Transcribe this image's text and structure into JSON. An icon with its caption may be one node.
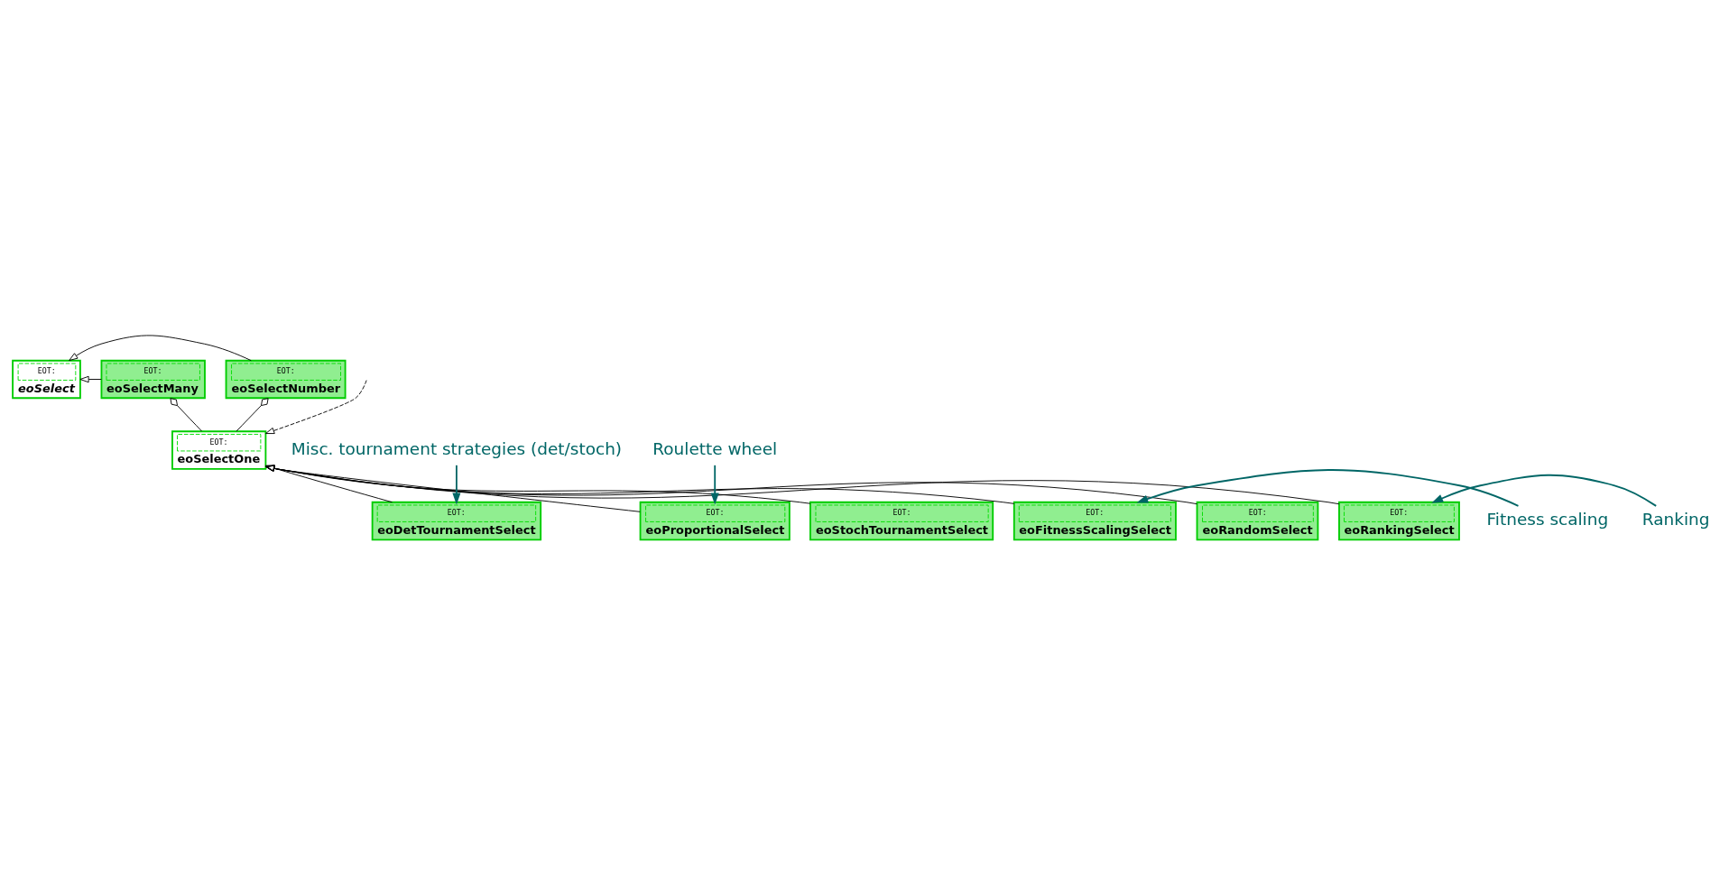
{
  "diagram": {
    "nodes": [
      {
        "text": [
          "EOT:",
          "eoSelect"
        ]
      },
      {
        "text": [
          "EOT:",
          "eoSelectMany"
        ]
      },
      {
        "text": [
          "EOT:",
          "eoSelectNumber"
        ]
      },
      {
        "text": [
          "EOT:",
          "eoSelectOne"
        ]
      },
      {
        "text": [
          "EOT:",
          "eoDetTournamentSelect"
        ]
      },
      {
        "text": [
          "EOT:",
          "eoProportionalSelect"
        ]
      },
      {
        "text": [
          "EOT:",
          "eoStochTournamentSelect"
        ]
      },
      {
        "text": [
          "EOT:",
          "eoFitnessScalingSelect"
        ]
      },
      {
        "text": [
          "EOT:",
          "eoRandomSelect"
        ]
      },
      {
        "text": [
          "EOT:",
          "eoRankingSelect"
        ]
      },
      {
        "text": [
          "Misc. tournament strategies (det/stoch)"
        ]
      },
      {
        "text": [
          "Roulette wheel"
        ]
      },
      {
        "text": [
          "Fitness scaling"
        ]
      },
      {
        "text": [
          "Ranking"
        ]
      }
    ],
    "edges": [
      {
        "from": 1,
        "to": 0,
        "arrow": "to"
      },
      {
        "from": 2,
        "to": 0,
        "arrow": "to"
      },
      {
        "from": 1,
        "to": 3,
        "arrow": "other"
      },
      {
        "from": 2,
        "to": 3,
        "arrow": "other"
      },
      {
        "from": 4,
        "to": 3,
        "arrow": "to"
      },
      {
        "from": 5,
        "to": 3,
        "arrow": "to"
      },
      {
        "from": 6,
        "to": 3,
        "arrow": "to"
      },
      {
        "from": 7,
        "to": 3,
        "arrow": "to"
      },
      {
        "from": 8,
        "to": 3,
        "arrow": "to"
      },
      {
        "from": 9,
        "to": 3,
        "arrow": "to"
      },
      {
        "from": null,
        "to": 3,
        "arrow": "to",
        "style": "dashed"
      },
      {
        "from": 10,
        "to": 4,
        "arrow": "to",
        "color": "#006666"
      },
      {
        "from": 11,
        "to": 5,
        "arrow": "to",
        "color": "#006666"
      },
      {
        "from": 12,
        "to": 7,
        "arrow": "to",
        "color": "#006666"
      },
      {
        "from": 13,
        "to": 9,
        "arrow": "to",
        "color": "#006666"
      }
    ]
  }
}
